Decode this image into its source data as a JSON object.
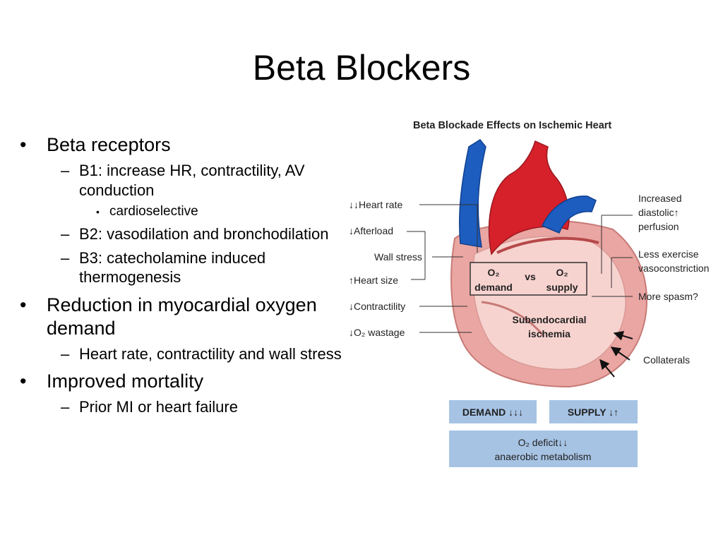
{
  "slide": {
    "title": "Beta Blockers",
    "bullets": [
      {
        "text": "Beta receptors",
        "children": [
          {
            "text": "B1: increase HR, contractility, AV conduction",
            "children": [
              {
                "text": "cardioselective"
              }
            ]
          },
          {
            "text": "B2: vasodilation and bronchodilation"
          },
          {
            "text": "B3: catecholamine induced thermogenesis"
          }
        ]
      },
      {
        "text": "Reduction in myocardial oxygen demand",
        "children": [
          {
            "text": "Heart rate, contractility and wall stress"
          }
        ]
      },
      {
        "text": "Improved mortality",
        "children": [
          {
            "text": "Prior MI or heart failure"
          }
        ]
      }
    ]
  },
  "figure": {
    "title": "Beta Blockade Effects on Ischemic Heart",
    "left_labels": {
      "heart_rate": "↓↓Heart rate",
      "afterload": "↓Afterload",
      "wall_stress": "Wall stress",
      "heart_size": "↑Heart size",
      "contractility": "↓Contractility",
      "o2_wastage": "↓O₂ wastage"
    },
    "right_labels": {
      "increased": "Increased",
      "diastolic": "diastolic↑",
      "perfusion": "perfusion",
      "less_exercise": "Less exercise",
      "vasoconstriction": "vasoconstriction",
      "more_spasm": "More spasm?",
      "collaterals": "Collaterals"
    },
    "center_box": {
      "demand_top": "O₂",
      "demand_bottom": "demand",
      "vs": "vs",
      "supply_top": "O₂",
      "supply_bottom": "supply"
    },
    "ischemia": {
      "line1": "Subendocardial",
      "line2": "ischemia"
    },
    "demand_box": "DEMAND ↓↓↓",
    "supply_box": "SUPPLY ↓↑",
    "deficit": {
      "line1": "O₂ deficit↓↓",
      "line2": "anaerobic metabolism"
    },
    "colors": {
      "box_fill": "#a6c3e4",
      "heart_outer": "#eaa6a2",
      "heart_inner": "#f7d3cf",
      "artery_red": "#d6202a",
      "vessel_blue": "#1d5dbf",
      "text": "#222222"
    }
  }
}
